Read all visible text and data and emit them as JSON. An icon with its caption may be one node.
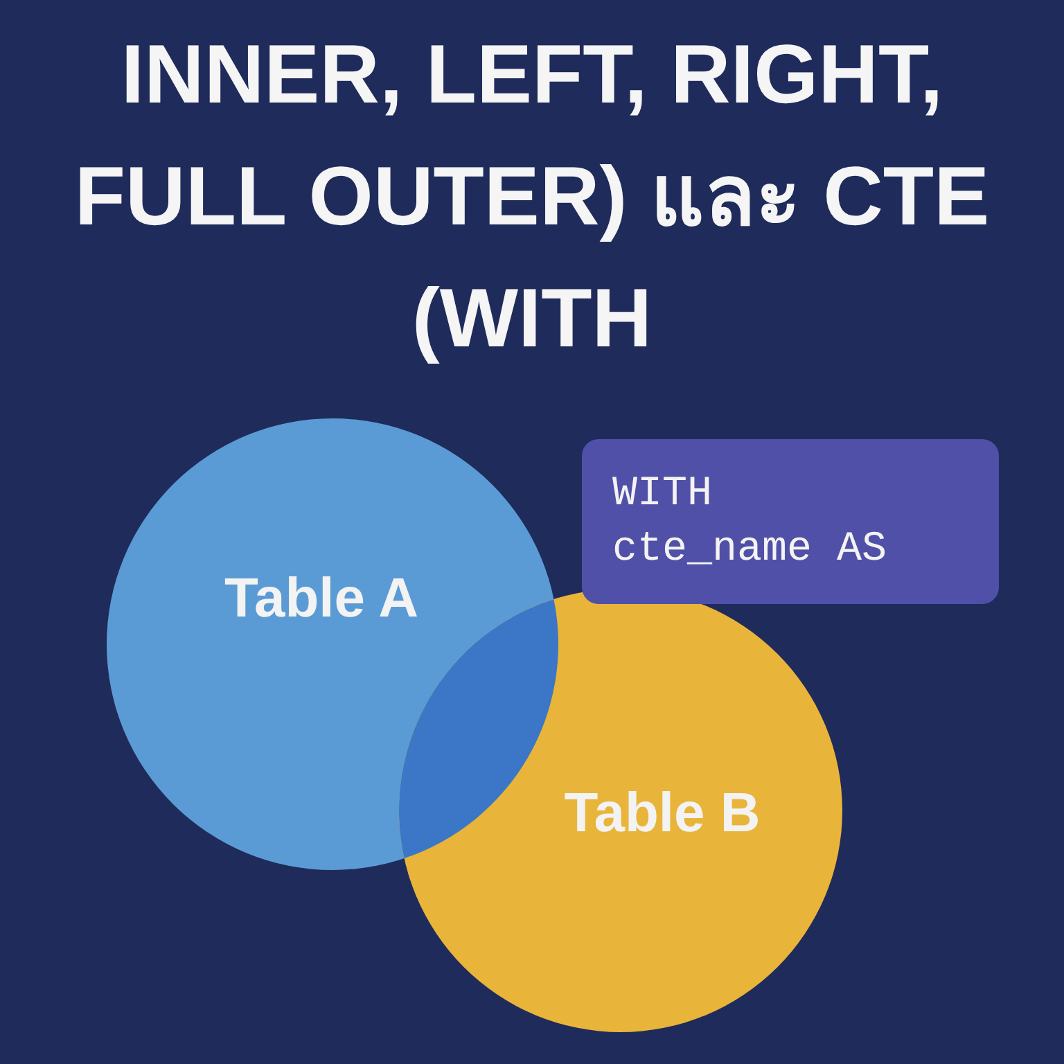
{
  "diagram": {
    "title": "INNER, LEFT, RIGHT, FULL OUTER) และ CTE (WITH",
    "nodes": [
      {
        "text": [
          "Table A"
        ]
      },
      {
        "text": [
          "Table B"
        ]
      },
      {
        "text": [
          "WITH cte_name AS"
        ]
      },
      {
        "text": [],
        "shape": "lens"
      }
    ],
    "edges": []
  }
}
